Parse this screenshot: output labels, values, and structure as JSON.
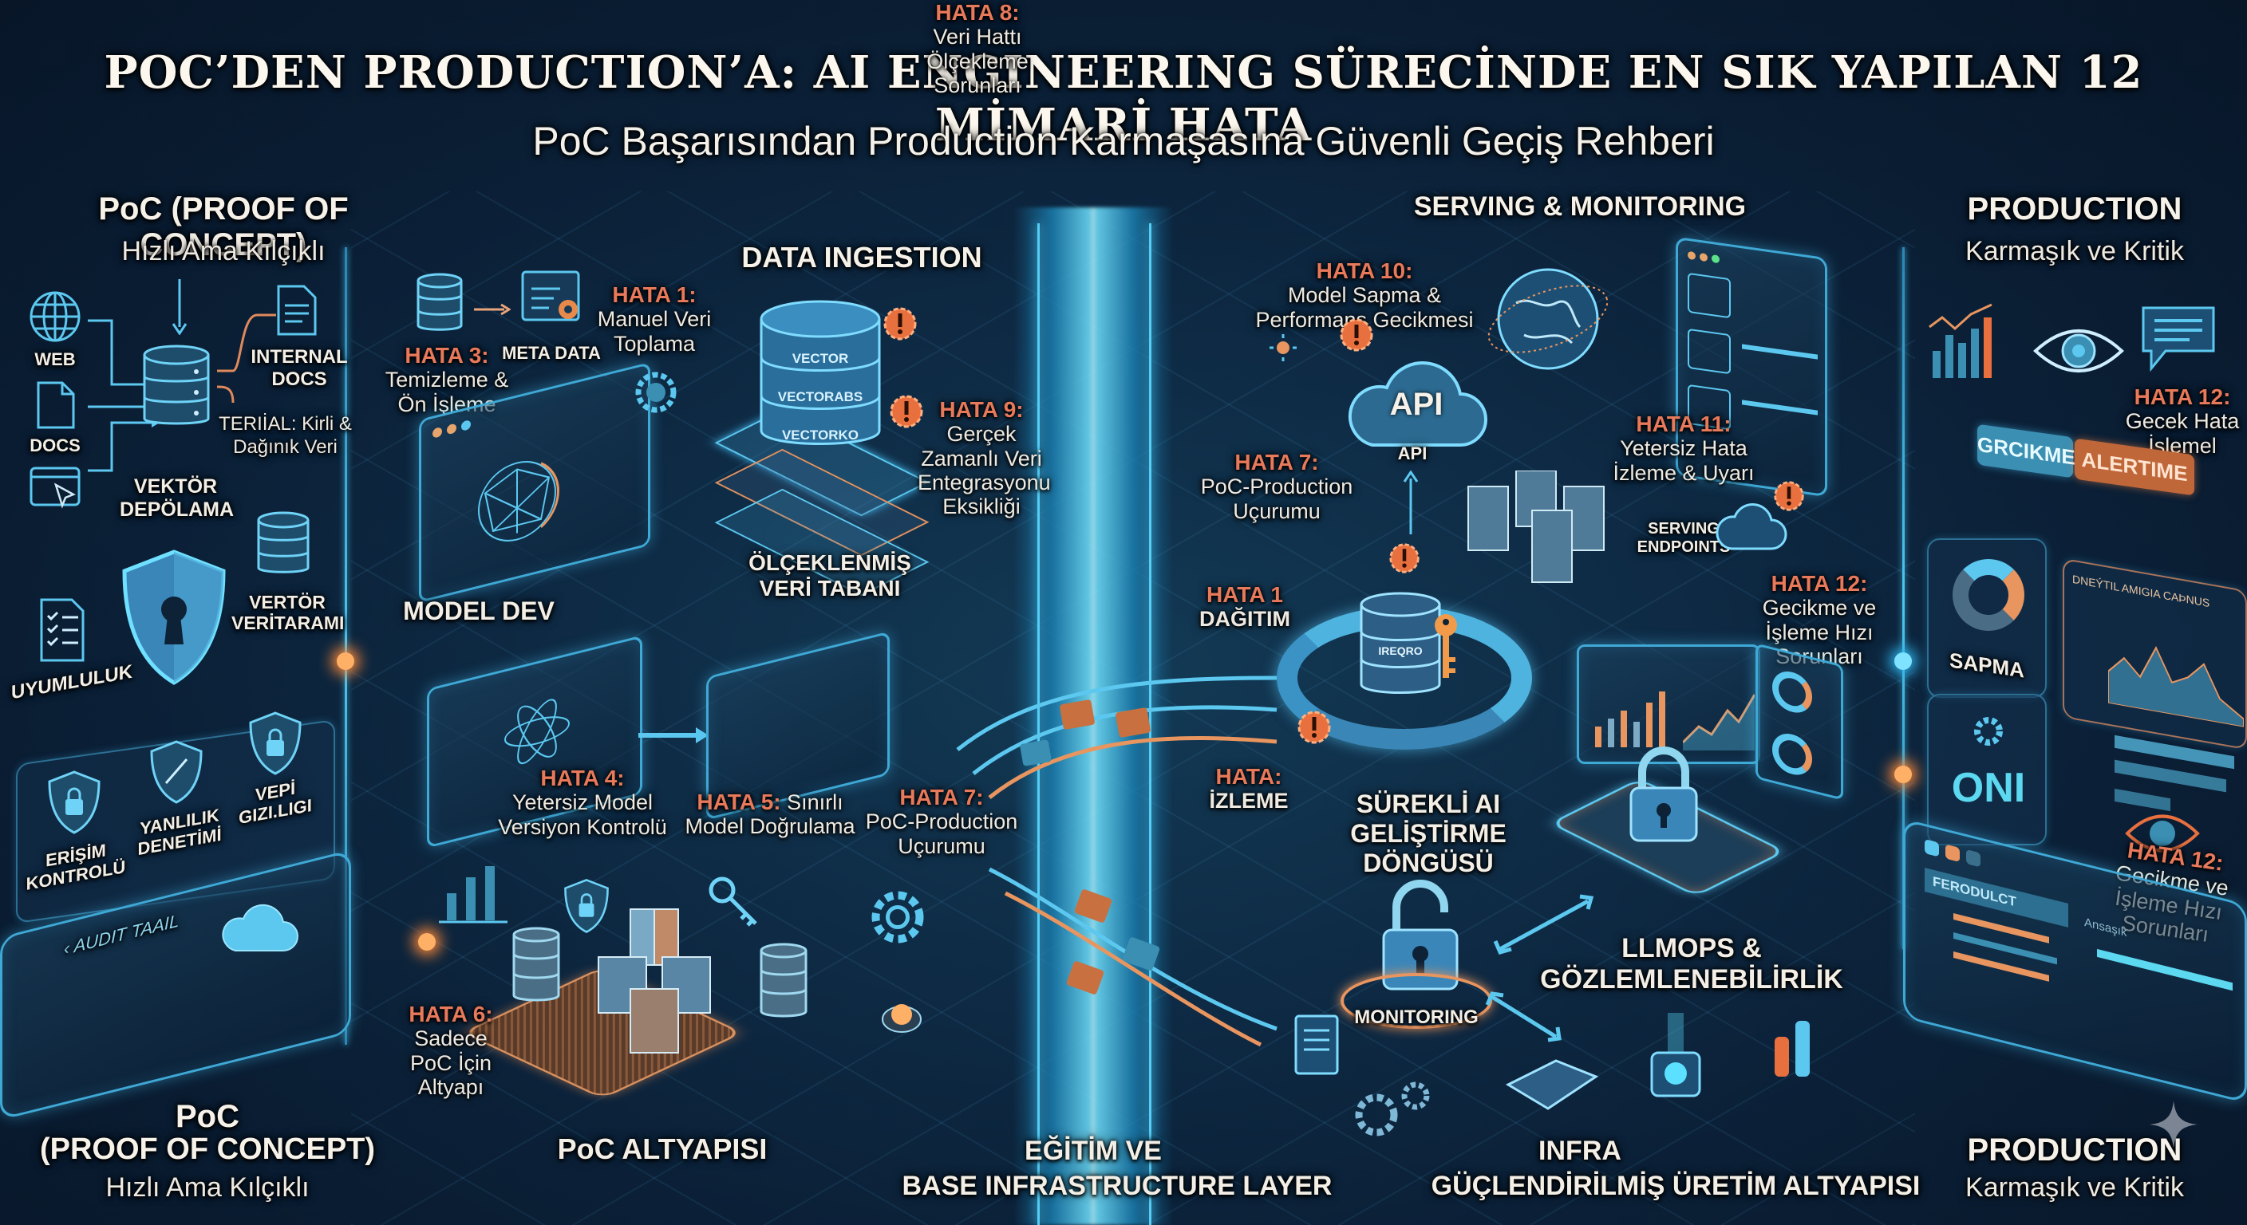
{
  "header": {
    "title": "POC’DEN PRODUCTION’A: AI ENGINEERING SÜRECİNDE EN SIK YAPILAN 12 MİMARİ HATA",
    "subtitle": "PoC Başarısından Production Karmaşasına Güvenli Geçiş Rehberi"
  },
  "colors": {
    "background": "#0b1f36",
    "accent_cyan": "#4cc6f0",
    "accent_orange": "#ff8a3a",
    "error_label": "#e8795a",
    "text": "#f2efe8"
  },
  "poc_panel": {
    "title": "PoC (PROOF OF CONCEPT)",
    "tagline": "Hızlı Ama Kılçıklı",
    "sources": [
      {
        "label": "WEB",
        "icon": "globe-icon"
      },
      {
        "label": "DOCS",
        "icon": "document-icon"
      },
      {
        "label": "",
        "icon": "browser-cursor-icon"
      }
    ],
    "internal_docs": "INTERNAL DOCS",
    "dirty_data_note": "TERIİAL: Kirli & Dağınık Veri",
    "vector_storage": "VEKTÖR DEPÖLAMA",
    "vector_db": "VERTÖR VERİTARAMI",
    "compliance": "UYUMLULUK",
    "security_items": [
      {
        "label": "ERİŞİM KONTROLÜ",
        "icon": "lock-shield-icon"
      },
      {
        "label": "YANLILIK DENETİMİ",
        "icon": "bias-shield-icon"
      },
      {
        "label": "VEPİ GIZI.LIGI",
        "icon": "lock-shield-icon"
      }
    ],
    "audit_trail": "AUDIT TAAIL",
    "footer_title_1": "PoC",
    "footer_title_2": "(PROOF OF CONCEPT)",
    "footer_tagline": "Hızlı Ama Kılçıklı"
  },
  "data_ingestion": {
    "title": "DATA INGESTION",
    "meta_data": "META DATA",
    "db_layers": [
      "VECTOR",
      "VECTORABS",
      "VECTORKO"
    ],
    "scaled_db": "ÖLÇEKLENMİŞ VERİ TABANI",
    "model_dev": "MODEL DEV"
  },
  "errors": {
    "h1": {
      "key": "HATA 1:",
      "text": "Manuel Veri Toplama"
    },
    "h3": {
      "key": "HATA 3:",
      "text": "Temizleme & Ön İşleme"
    },
    "h8": {
      "key": "HATA 8:",
      "text": "Veri Hattı Ölçekleme Sorunları"
    },
    "h9": {
      "key": "HATA 9:",
      "text": "Gerçek Zamanlı Veri Entegrasyonu Eksikliği"
    },
    "h4": {
      "key": "HATA 4:",
      "text": "Yetersiz Model Versiyon Kontrolü"
    },
    "h5": {
      "key": "HATA 5:",
      "text": "Sınırlı Model Doğrulama"
    },
    "h7a": {
      "key": "HATA 7:",
      "text": "PoC-Production Uçurumu"
    },
    "h6": {
      "key": "HATA 6:",
      "text": "Sadece PoC İçin Altyapı"
    },
    "h10": {
      "key": "HATA 10:",
      "text": "Model Sapma & Performans Gecikmesi"
    },
    "h7b": {
      "key": "HATA 7:",
      "text": "PoC-Production Uçurumu"
    },
    "h11": {
      "key": "HATA 11:",
      "text": "Yetersiz Hata İzleme & Uyarı"
    },
    "h1b": {
      "key": "HATA 1",
      "text": "DAĞITIM"
    },
    "hizleme": {
      "key": "HATA:",
      "text": "İZLEME"
    },
    "h12a": {
      "key": "HATA 12:",
      "text": "Gecikme ve İşleme Hızı Sorunları"
    },
    "h12b": {
      "key": "HATA 12:",
      "text": "Gecek Hata İşlemel"
    },
    "h12c": {
      "key": "HATA 12:",
      "text": "Gecikme ve İşleme Hızı Sorunları"
    }
  },
  "poc_infra": {
    "title": "PoC ALTYAPISI"
  },
  "base_layer": {
    "line1": "EĞİTİM VE",
    "line2": "BASE INFRASTRUCTURE LAYER"
  },
  "serving": {
    "title": "SERVING & MONITORING",
    "api_cloud": "API",
    "api_label": "API",
    "serving_endpoints": "SERVING ENDPOINTS",
    "cycle_title": "SÜREKLİ AI GELİŞTİRME DÖNGÜSÜ",
    "cycle_db_label": "IREQRO",
    "monitoring": "MONITORING",
    "llmops": "LLMOPS & GÖZLEMLENEBİLİRLİK"
  },
  "infra": {
    "line1": "INFRA",
    "line2": "GÜÇLENDİRİLMİŞ ÜRETİM ALTYAPISI"
  },
  "production_panel": {
    "title": "PRODUCTION",
    "tagline": "Karmaşık ve Kritik",
    "badges": [
      "GRCIKME",
      "ALERTIME"
    ],
    "sapma": "SAPMA",
    "chart_title": "DNEÝTIL AMIGIA CAÞNUS",
    "oni": "ONI",
    "dashboard_tab": "FERODULCT",
    "dashboard_tab2": "Ansaşık",
    "footer_title": "PRODUCTION",
    "footer_tagline": "Karmaşık ve Kritik"
  }
}
